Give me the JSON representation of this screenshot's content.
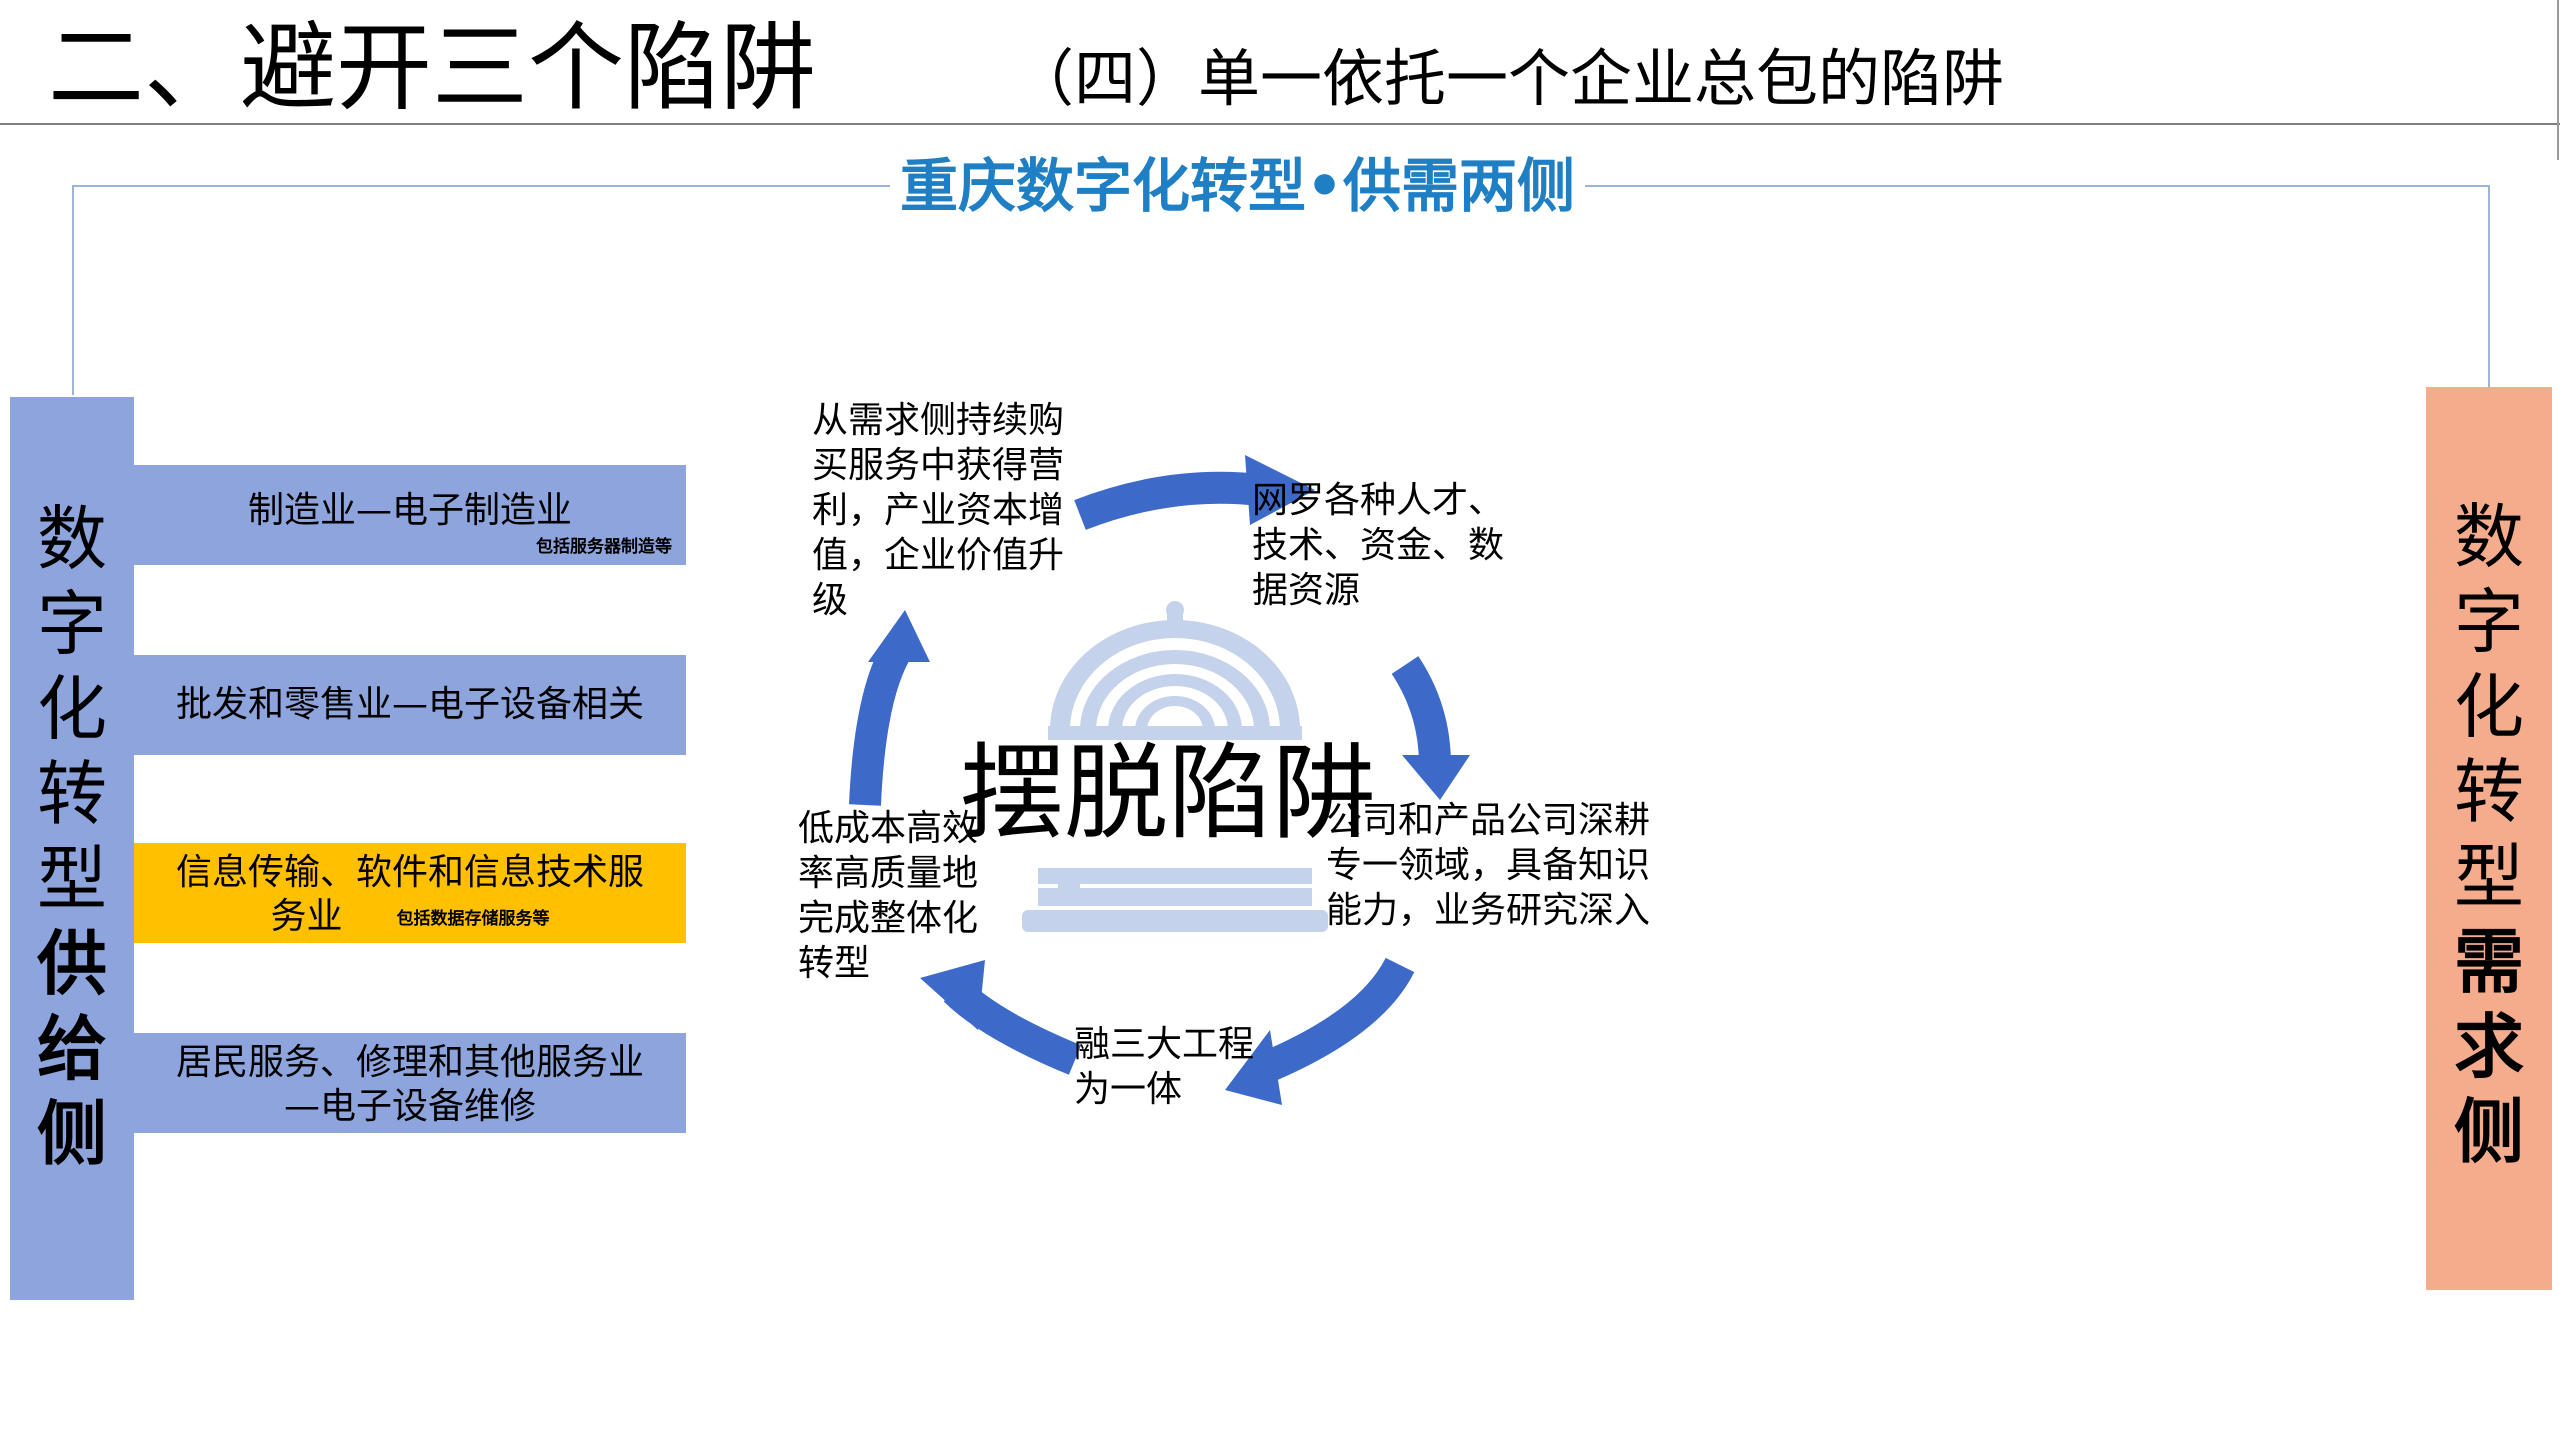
{
  "header": {
    "main_title": "二、避开三个陷阱",
    "sub_title": "（四）单一依托一个企业总包的陷阱"
  },
  "diagram": {
    "title": "重庆数字化转型•供需两侧",
    "supply_side": {
      "chars": [
        "数",
        "字",
        "化",
        "转",
        "型",
        "供",
        "给",
        "侧"
      ]
    },
    "demand_side": {
      "chars": [
        "数",
        "字",
        "化",
        "转",
        "型",
        "需",
        "求",
        "侧"
      ]
    },
    "sectors": [
      {
        "label": "制造业—电子制造业",
        "note": "包括服务器制造等"
      },
      {
        "label": "批发和零售业—电子设备相关",
        "note": ""
      },
      {
        "label_line1": "信息传输、软件和信息技术服",
        "label_line2": "务业",
        "note": "包括数据存储服务等"
      },
      {
        "label": "居民服务、修理和其他服务业—电子设备维修",
        "note": ""
      }
    ],
    "cycle": {
      "center": "摆脱陷阱",
      "steps": [
        "从需求侧持续购买服务中获得营利，产业资本增值，企业价值升级",
        "网罗各种人才、技术、资金、数据资源",
        "公司和产品公司深耕专一领域，具备知识能力，业务研究深入",
        "融三大工程为一体",
        "低成本高效率高质量地完成整体化转型"
      ]
    },
    "colors": {
      "supply": "#8ea4dd",
      "demand": "#f5ac8d",
      "highlight": "#ffc000",
      "title": "#1f7fc4",
      "arrow": "#3d6ac8",
      "icon": "#c5d2ec"
    }
  }
}
